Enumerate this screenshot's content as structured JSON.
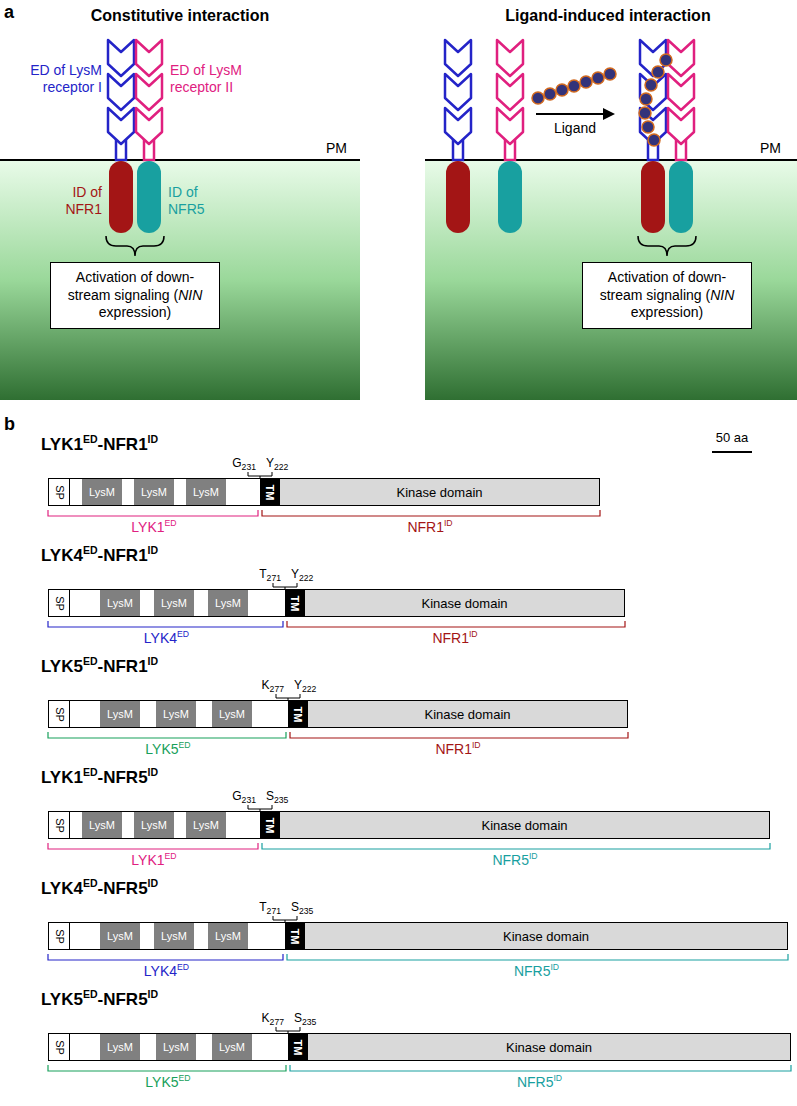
{
  "diagram": {
    "nodes": [
      {
        "text": [
          "Activation of down-stream signaling (NIN expression)"
        ]
      },
      {
        "text": [
          "Activation of down-stream signaling (NIN expression)"
        ]
      },
      {
        "text": [
          "LYK1ED-NFR1ID"
        ]
      },
      {
        "text": [
          "SP"
        ],
        "in": 2
      },
      {
        "text": [
          "LysM"
        ],
        "in": 2
      },
      {
        "text": [
          "LysM"
        ],
        "in": 2
      },
      {
        "text": [
          "LysM"
        ],
        "in": 2
      },
      {
        "text": [
          "TM"
        ],
        "in": 2
      },
      {
        "text": [
          "Kinase domain"
        ],
        "in": 2
      },
      {
        "text": [
          "LYK4ED-NFR1ID"
        ]
      },
      {
        "text": [
          "SP"
        ],
        "in": 9
      },
      {
        "text": [
          "LysM"
        ],
        "in": 9
      },
      {
        "text": [
          "LysM"
        ],
        "in": 9
      },
      {
        "text": [
          "LysM"
        ],
        "in": 9
      },
      {
        "text": [
          "TM"
        ],
        "in": 9
      },
      {
        "text": [
          "Kinase domain"
        ],
        "in": 9
      },
      {
        "text": [
          "LYK5ED-NFR1ID"
        ]
      },
      {
        "text": [
          "SP"
        ],
        "in": 16
      },
      {
        "text": [
          "LysM"
        ],
        "in": 16
      },
      {
        "text": [
          "LysM"
        ],
        "in": 16
      },
      {
        "text": [
          "LysM"
        ],
        "in": 16
      },
      {
        "text": [
          "TM"
        ],
        "in": 16
      },
      {
        "text": [
          "Kinase domain"
        ],
        "in": 16
      },
      {
        "text": [
          "LYK1ED-NFR5ID"
        ]
      },
      {
        "text": [
          "SP"
        ],
        "in": 23
      },
      {
        "text": [
          "LysM"
        ],
        "in": 23
      },
      {
        "text": [
          "LysM"
        ],
        "in": 23
      },
      {
        "text": [
          "LysM"
        ],
        "in": 23
      },
      {
        "text": [
          "TM"
        ],
        "in": 23
      },
      {
        "text": [
          "Kinase domain"
        ],
        "in": 23
      },
      {
        "text": [
          "LYK4ED-NFR5ID"
        ]
      },
      {
        "text": [
          "SP"
        ],
        "in": 30
      },
      {
        "text": [
          "LysM"
        ],
        "in": 30
      },
      {
        "text": [
          "LysM"
        ],
        "in": 30
      },
      {
        "text": [
          "LysM"
        ],
        "in": 30
      },
      {
        "text": [
          "TM"
        ],
        "in": 30
      },
      {
        "text": [
          "Kinase domain"
        ],
        "in": 30
      },
      {
        "text": [
          "LYK5ED-NFR5ID"
        ]
      },
      {
        "text": [
          "SP"
        ],
        "in": 37
      },
      {
        "text": [
          "LysM"
        ],
        "in": 37
      },
      {
        "text": [
          "LysM"
        ],
        "in": 37
      },
      {
        "text": [
          "LysM"
        ],
        "in": 37
      },
      {
        "text": [
          "TM"
        ],
        "in": 37
      },
      {
        "text": [
          "Kinase domain"
        ],
        "in": 37
      }
    ],
    "labels": [
      "a",
      "Constitutive interaction",
      "ED of LysM receptor I",
      "ED of LysM receptor II",
      "PM",
      "ID of NFR1",
      "ID of NFR5",
      "Ligand-induced interaction",
      "Ligand",
      "PM",
      "b",
      "50 aa",
      "G231",
      "Y222",
      "LYK1ED",
      "NFR1ID",
      "T271",
      "Y222",
      "LYK4ED",
      "NFR1ID",
      "K277",
      "Y222",
      "LYK5ED",
      "NFR1ID",
      "G231",
      "S235",
      "LYK1ED",
      "NFR5ID",
      "T271",
      "S235",
      "LYK4ED",
      "NFR5ID",
      "K277",
      "S235",
      "LYK5ED",
      "NFR5ID"
    ]
  }
}
